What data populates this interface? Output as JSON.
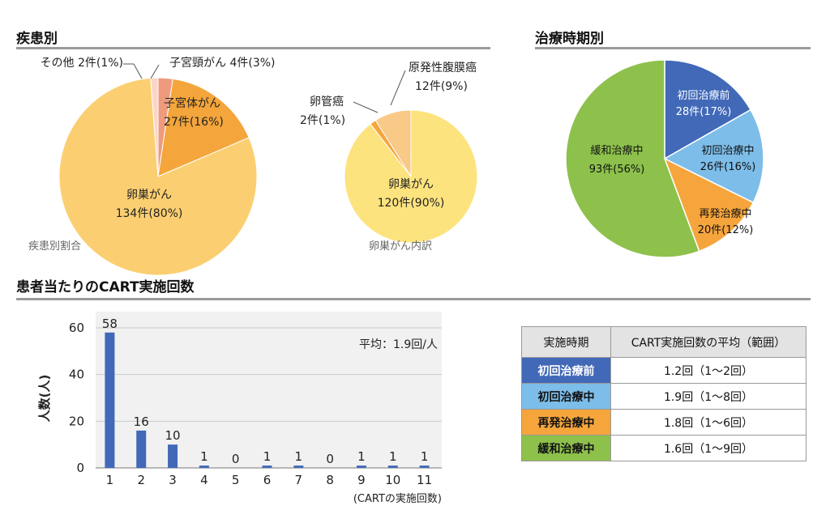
{
  "sections": {
    "disease": "疾患別",
    "timing": "治療時期別",
    "cart_count": "患者当たりのCART実施回数"
  },
  "chart_data": [
    {
      "type": "pie",
      "id": "disease",
      "title": "疾患別割合",
      "slices": [
        {
          "name": "子宮頸がん",
          "count": "4件",
          "pct": "(3%)",
          "value": 4,
          "color": "#ee9a7d"
        },
        {
          "name": "子宮体がん",
          "count": "27件",
          "pct": "(16%)",
          "value": 27,
          "color": "#f4a53b"
        },
        {
          "name": "卵巣がん",
          "count": "134件",
          "pct": "(80%)",
          "value": 134,
          "color": "#fbcf71"
        },
        {
          "name": "その他",
          "count": "2件",
          "pct": "(1%)",
          "value": 2,
          "color": "#fbd6c8"
        }
      ]
    },
    {
      "type": "pie",
      "id": "ovarian",
      "title": "卵巣がん内訳",
      "slices": [
        {
          "name": "卵巣がん",
          "count": "120件",
          "pct": "(90%)",
          "value": 120,
          "color": "#fde37e"
        },
        {
          "name": "卵管癌",
          "count": "2件",
          "pct": "(1%)",
          "value": 2,
          "color": "#f4a53b"
        },
        {
          "name": "原発性腹膜癌",
          "count": "12件",
          "pct": "(9%)",
          "value": 12,
          "color": "#f9c987"
        }
      ]
    },
    {
      "type": "pie",
      "id": "timing",
      "title": "",
      "slices": [
        {
          "name": "初回治療前",
          "count": "28件",
          "pct": "(17%)",
          "value": 28,
          "color": "#4169b8"
        },
        {
          "name": "初回治療中",
          "count": "26件",
          "pct": "(16%)",
          "value": 26,
          "color": "#7dbde9"
        },
        {
          "name": "再発治療中",
          "count": "20件",
          "pct": "(12%)",
          "value": 20,
          "color": "#f5a53c"
        },
        {
          "name": "緩和治療中",
          "count": "93件",
          "pct": "(56%)",
          "value": 93,
          "color": "#8dc14c"
        }
      ]
    },
    {
      "type": "bar",
      "id": "cart",
      "categories": [
        "1",
        "2",
        "3",
        "4",
        "5",
        "6",
        "7",
        "8",
        "9",
        "10",
        "11"
      ],
      "values": [
        58,
        16,
        10,
        1,
        0,
        1,
        1,
        0,
        1,
        1,
        1
      ],
      "ylabel": "人数(人)",
      "xlabel": "(CARTの実施回数)",
      "ylim": [
        0,
        60
      ],
      "yticks": [
        0,
        20,
        40,
        60
      ],
      "annotation": "平均：1.9回/人",
      "bar_color": "#4169b8",
      "grid": true
    }
  ],
  "table": {
    "headers": [
      "実施時期",
      "CART実施回数の平均（範囲）"
    ],
    "rows": [
      {
        "phase": "初回治療前",
        "value": "1.2回（1〜2回）",
        "bg": "#4169b8",
        "fg": "#ffffff"
      },
      {
        "phase": "初回治療中",
        "value": "1.9回（1〜8回）",
        "bg": "#7dbde9",
        "fg": "#111111"
      },
      {
        "phase": "再発治療中",
        "value": "1.8回（1〜6回）",
        "bg": "#f5a53c",
        "fg": "#111111"
      },
      {
        "phase": "緩和治療中",
        "value": "1.6回（1〜9回）",
        "bg": "#8dc14c",
        "fg": "#111111"
      }
    ]
  }
}
